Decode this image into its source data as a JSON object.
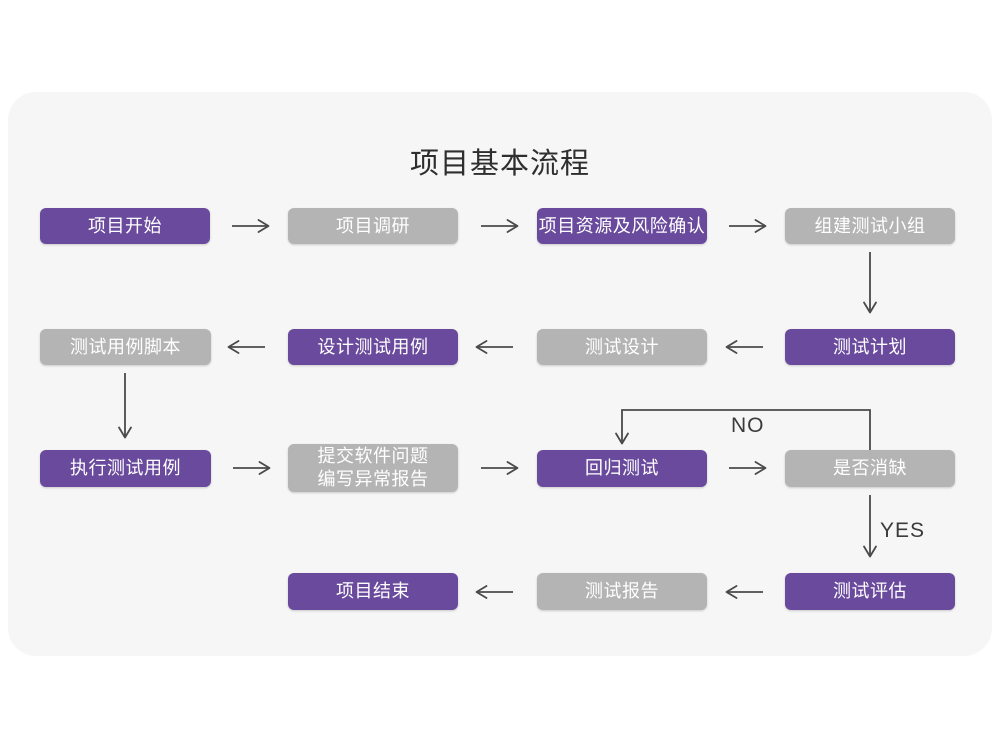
{
  "page": {
    "title": "项目基本流程"
  },
  "colors": {
    "node_purple": "#6a4a9c",
    "node_gray": "#b4b4b4",
    "card_background": "#f6f6f6",
    "page_background": "#ffffff",
    "arrow": "#4a4a4a",
    "node_text": "#ffffff",
    "title_text": "#2e2e2e"
  },
  "edge_labels": {
    "no": "NO",
    "yes": "YES"
  },
  "nodes": [
    {
      "id": "project-start",
      "label": "项目开始",
      "variant": "purple"
    },
    {
      "id": "project-research",
      "label": "项目调研",
      "variant": "gray"
    },
    {
      "id": "resource-risk",
      "label": "项目资源及风险确认",
      "variant": "purple"
    },
    {
      "id": "build-test-team",
      "label": "组建测试小组",
      "variant": "gray"
    },
    {
      "id": "test-plan",
      "label": "测试计划",
      "variant": "purple"
    },
    {
      "id": "test-design",
      "label": "测试设计",
      "variant": "gray"
    },
    {
      "id": "design-test-case",
      "label": "设计测试用例",
      "variant": "purple"
    },
    {
      "id": "test-case-script",
      "label": "测试用例脚本",
      "variant": "gray"
    },
    {
      "id": "execute-test-case",
      "label": "执行测试用例",
      "variant": "purple"
    },
    {
      "id": "submit-issue-report",
      "label": "提交软件问题",
      "label2": "编写异常报告",
      "variant": "gray"
    },
    {
      "id": "regression-test",
      "label": "回归测试",
      "variant": "purple"
    },
    {
      "id": "defect-cleared",
      "label": "是否消缺",
      "variant": "gray"
    },
    {
      "id": "test-evaluation",
      "label": "测试评估",
      "variant": "purple"
    },
    {
      "id": "test-report",
      "label": "测试报告",
      "variant": "gray"
    },
    {
      "id": "project-end",
      "label": "项目结束",
      "variant": "purple"
    }
  ]
}
